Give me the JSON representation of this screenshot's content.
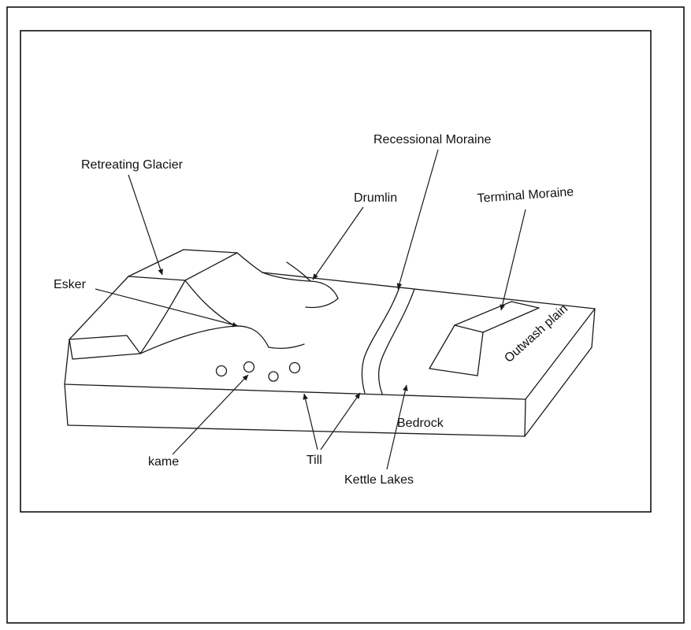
{
  "colors": {
    "ink": "#1a1a1a",
    "background": "#ffffff"
  },
  "labels": {
    "retreating_glacier": "Retreating Glacier",
    "recessional_moraine": "Recessional Moraine",
    "drumlin": "Drumlin",
    "terminal_moraine": "Terminal Moraine",
    "esker": "Esker",
    "outwash_plain": "Outwash plain",
    "kame": "kame",
    "till": "Till",
    "bedrock": "Bedrock",
    "kettle_lakes": "Kettle Lakes"
  }
}
